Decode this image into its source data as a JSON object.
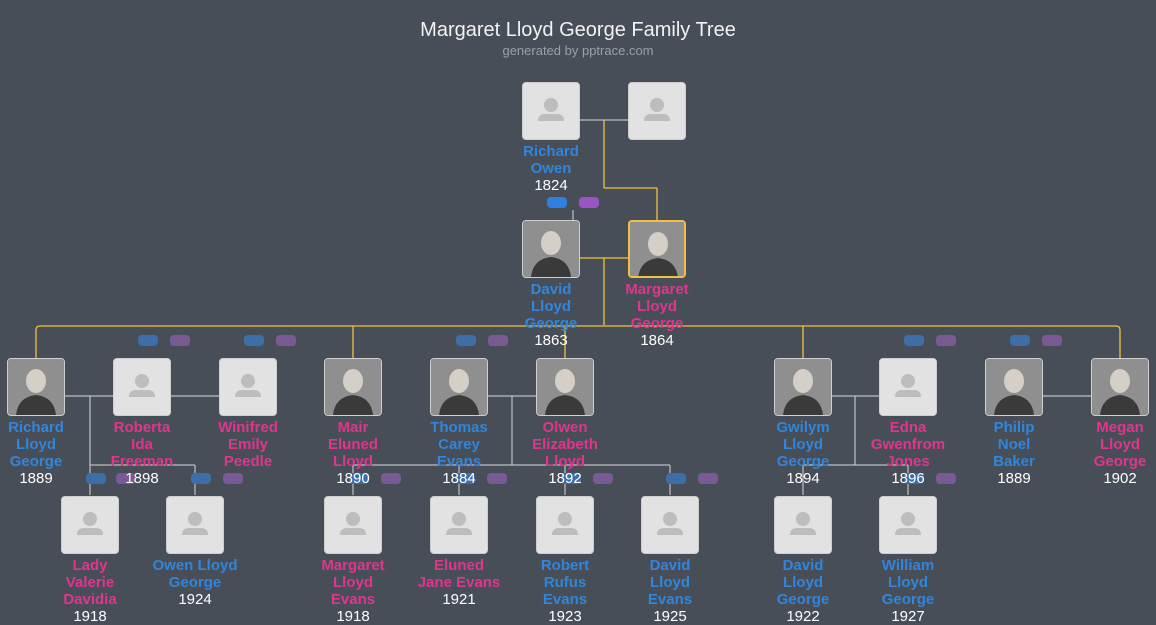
{
  "title": "Margaret Lloyd George Family Tree",
  "subtitle": "generated by pptrace.com",
  "people": {
    "richard_owen": {
      "name": [
        "Richard",
        "Owen"
      ],
      "year": "1824",
      "sex": "m"
    },
    "mother_owen": {
      "name": [],
      "year": "",
      "sex": "f"
    },
    "david_lg": {
      "name": [
        "David",
        "Lloyd",
        "George"
      ],
      "year": "1863",
      "sex": "m"
    },
    "margaret_lg": {
      "name": [
        "Margaret",
        "Lloyd",
        "George"
      ],
      "year": "1864",
      "sex": "f"
    },
    "richard_lg": {
      "name": [
        "Richard",
        "Lloyd",
        "George"
      ],
      "year": "1889",
      "sex": "m"
    },
    "roberta": {
      "name": [
        "Roberta",
        "Ida",
        "Freeman"
      ],
      "year": "1898",
      "sex": "f"
    },
    "winifred": {
      "name": [
        "Winifred",
        "Emily",
        "Peedle"
      ],
      "year": "",
      "sex": "f"
    },
    "mair": {
      "name": [
        "Mair",
        "Eluned",
        "Lloyd"
      ],
      "year": "1890",
      "sex": "f"
    },
    "thomas": {
      "name": [
        "Thomas",
        "Carey",
        "Evans"
      ],
      "year": "1884",
      "sex": "m"
    },
    "olwen": {
      "name": [
        "Olwen",
        "Elizabeth",
        "Lloyd"
      ],
      "year": "1892",
      "sex": "f"
    },
    "gwilym": {
      "name": [
        "Gwilym",
        "Lloyd",
        "George"
      ],
      "year": "1894",
      "sex": "m"
    },
    "edna": {
      "name": [
        "Edna",
        "Gwenfrom",
        "Jones"
      ],
      "year": "1896",
      "sex": "f"
    },
    "philip": {
      "name": [
        "Philip",
        "Noel",
        "Baker"
      ],
      "year": "1889",
      "sex": "m"
    },
    "megan": {
      "name": [
        "Megan",
        "Lloyd",
        "George"
      ],
      "year": "1902",
      "sex": "f"
    },
    "valerie": {
      "name": [
        "Lady",
        "Valerie",
        "Davidia"
      ],
      "year": "1918",
      "sex": "f"
    },
    "owen": {
      "name": [
        "Owen Lloyd",
        "George"
      ],
      "year": "1924",
      "sex": "m"
    },
    "margaret_evans": {
      "name": [
        "Margaret",
        "Lloyd",
        "Evans"
      ],
      "year": "1918",
      "sex": "f"
    },
    "eluned": {
      "name": [
        "Eluned",
        "Jane Evans"
      ],
      "year": "1921",
      "sex": "f"
    },
    "robert": {
      "name": [
        "Robert",
        "Rufus",
        "Evans"
      ],
      "year": "1923",
      "sex": "m"
    },
    "david_evans": {
      "name": [
        "David",
        "Lloyd",
        "Evans"
      ],
      "year": "1925",
      "sex": "m"
    },
    "david_lg2": {
      "name": [
        "David",
        "Lloyd",
        "George"
      ],
      "year": "1922",
      "sex": "m"
    },
    "william": {
      "name": [
        "William",
        "Lloyd",
        "George"
      ],
      "year": "1927",
      "sex": "m"
    }
  },
  "colors": {
    "background": "#484e57",
    "male": "#2f86dc",
    "female": "#e0358f",
    "focus_link": "#f0c040",
    "link": "#d8d8d8"
  }
}
